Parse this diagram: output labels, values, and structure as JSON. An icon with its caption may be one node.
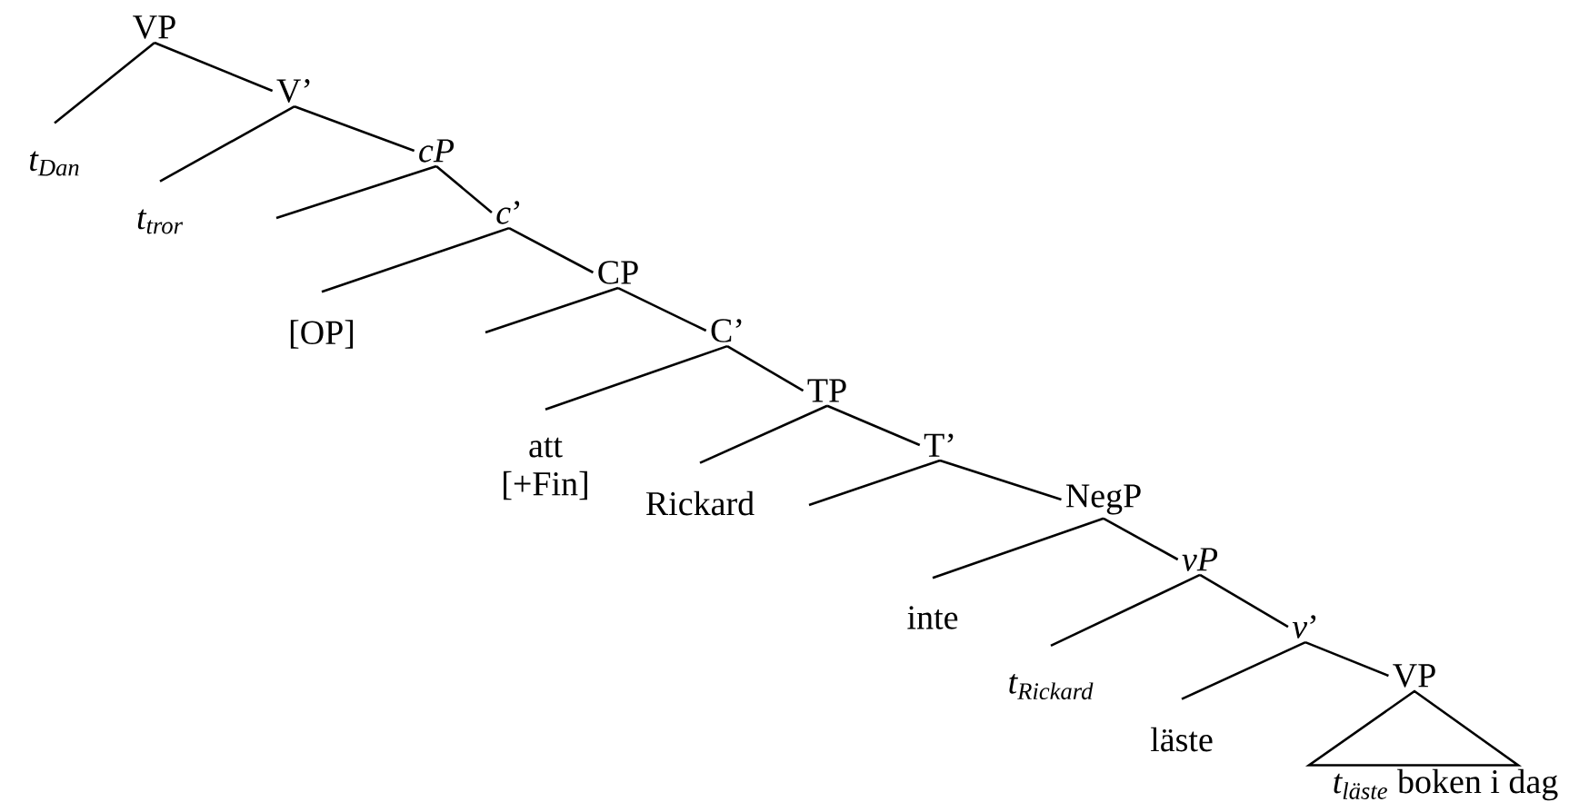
{
  "diagram": {
    "nodes": [
      {
        "text": [
          "VP"
        ]
      },
      {
        "text": [
          "t$_{Dan}$"
        ]
      },
      {
        "text": [
          "V’"
        ]
      },
      {
        "text": [
          "t$_{tror}$"
        ]
      },
      {
        "text": [
          "cP"
        ]
      },
      {
        "text": [
          "*c*’"
        ]
      },
      {
        "text": [
          "[OP]"
        ]
      },
      {
        "text": [
          "CP"
        ]
      },
      {
        "text": [
          "C’"
        ]
      },
      {
        "text": [
          "att [+Fin]"
        ]
      },
      {
        "text": [
          "TP"
        ]
      },
      {
        "text": [
          "Rickard"
        ]
      },
      {
        "text": [
          "T’"
        ]
      },
      {
        "text": [
          "NegP"
        ]
      },
      {
        "text": [
          "inte"
        ]
      },
      {
        "text": [
          "vP"
        ]
      },
      {
        "text": [
          "t$_{Rickard}$"
        ]
      },
      {
        "text": [
          "*v*’"
        ]
      },
      {
        "text": [
          "läste"
        ]
      },
      {
        "text": [
          "VP"
        ]
      },
      {
        "text": [
          "*t$_{läste}$* boken i dag"
        ]
      }
    ],
    "edges": [
      {
        "from": 0,
        "to": 1,
        "arrow": "none"
      },
      {
        "from": 0,
        "to": 2,
        "arrow": "none"
      },
      {
        "from": 2,
        "to": 3,
        "arrow": "none"
      },
      {
        "from": 2,
        "to": 4,
        "arrow": "none"
      },
      {
        "from": 4,
        "to": null,
        "arrow": "none"
      },
      {
        "from": 4,
        "to": 5,
        "arrow": "none"
      },
      {
        "from": 5,
        "to": 6,
        "arrow": "none"
      },
      {
        "from": 5,
        "to": 7,
        "arrow": "none"
      },
      {
        "from": 7,
        "to": null,
        "arrow": "none"
      },
      {
        "from": 7,
        "to": 8,
        "arrow": "none"
      },
      {
        "from": 8,
        "to": 9,
        "arrow": "none"
      },
      {
        "from": 8,
        "to": 10,
        "arrow": "none"
      },
      {
        "from": 10,
        "to": 11,
        "arrow": "none"
      },
      {
        "from": 10,
        "to": 12,
        "arrow": "none"
      },
      {
        "from": 12,
        "to": null,
        "arrow": "none"
      },
      {
        "from": 12,
        "to": 13,
        "arrow": "none"
      },
      {
        "from": 13,
        "to": 14,
        "arrow": "none"
      },
      {
        "from": 13,
        "to": 15,
        "arrow": "none"
      },
      {
        "from": 15,
        "to": 16,
        "arrow": "none"
      },
      {
        "from": 15,
        "to": 17,
        "arrow": "none"
      },
      {
        "from": 17,
        "to": 18,
        "arrow": "none"
      },
      {
        "from": 17,
        "to": 19,
        "arrow": "none"
      },
      {
        "from": 19,
        "to": 20,
        "arrow": "none"
      }
    ]
  }
}
